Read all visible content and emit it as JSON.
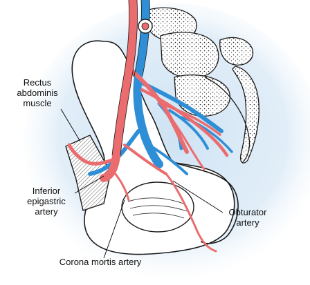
{
  "labels": {
    "rectus": [
      "Rectus",
      "abdominis",
      "muscle"
    ],
    "inferior": [
      "Inferior",
      "epigastric",
      "artery"
    ],
    "obturator": [
      "Obturator",
      "artery"
    ],
    "corona": "Corona mortis artery"
  },
  "colors": {
    "artery": "#ea6c6e",
    "vein": "#2f8fd6",
    "background_glow": "#cfe3f4",
    "bone_fill": "#ffffff",
    "outline": "#1a1a1a"
  }
}
